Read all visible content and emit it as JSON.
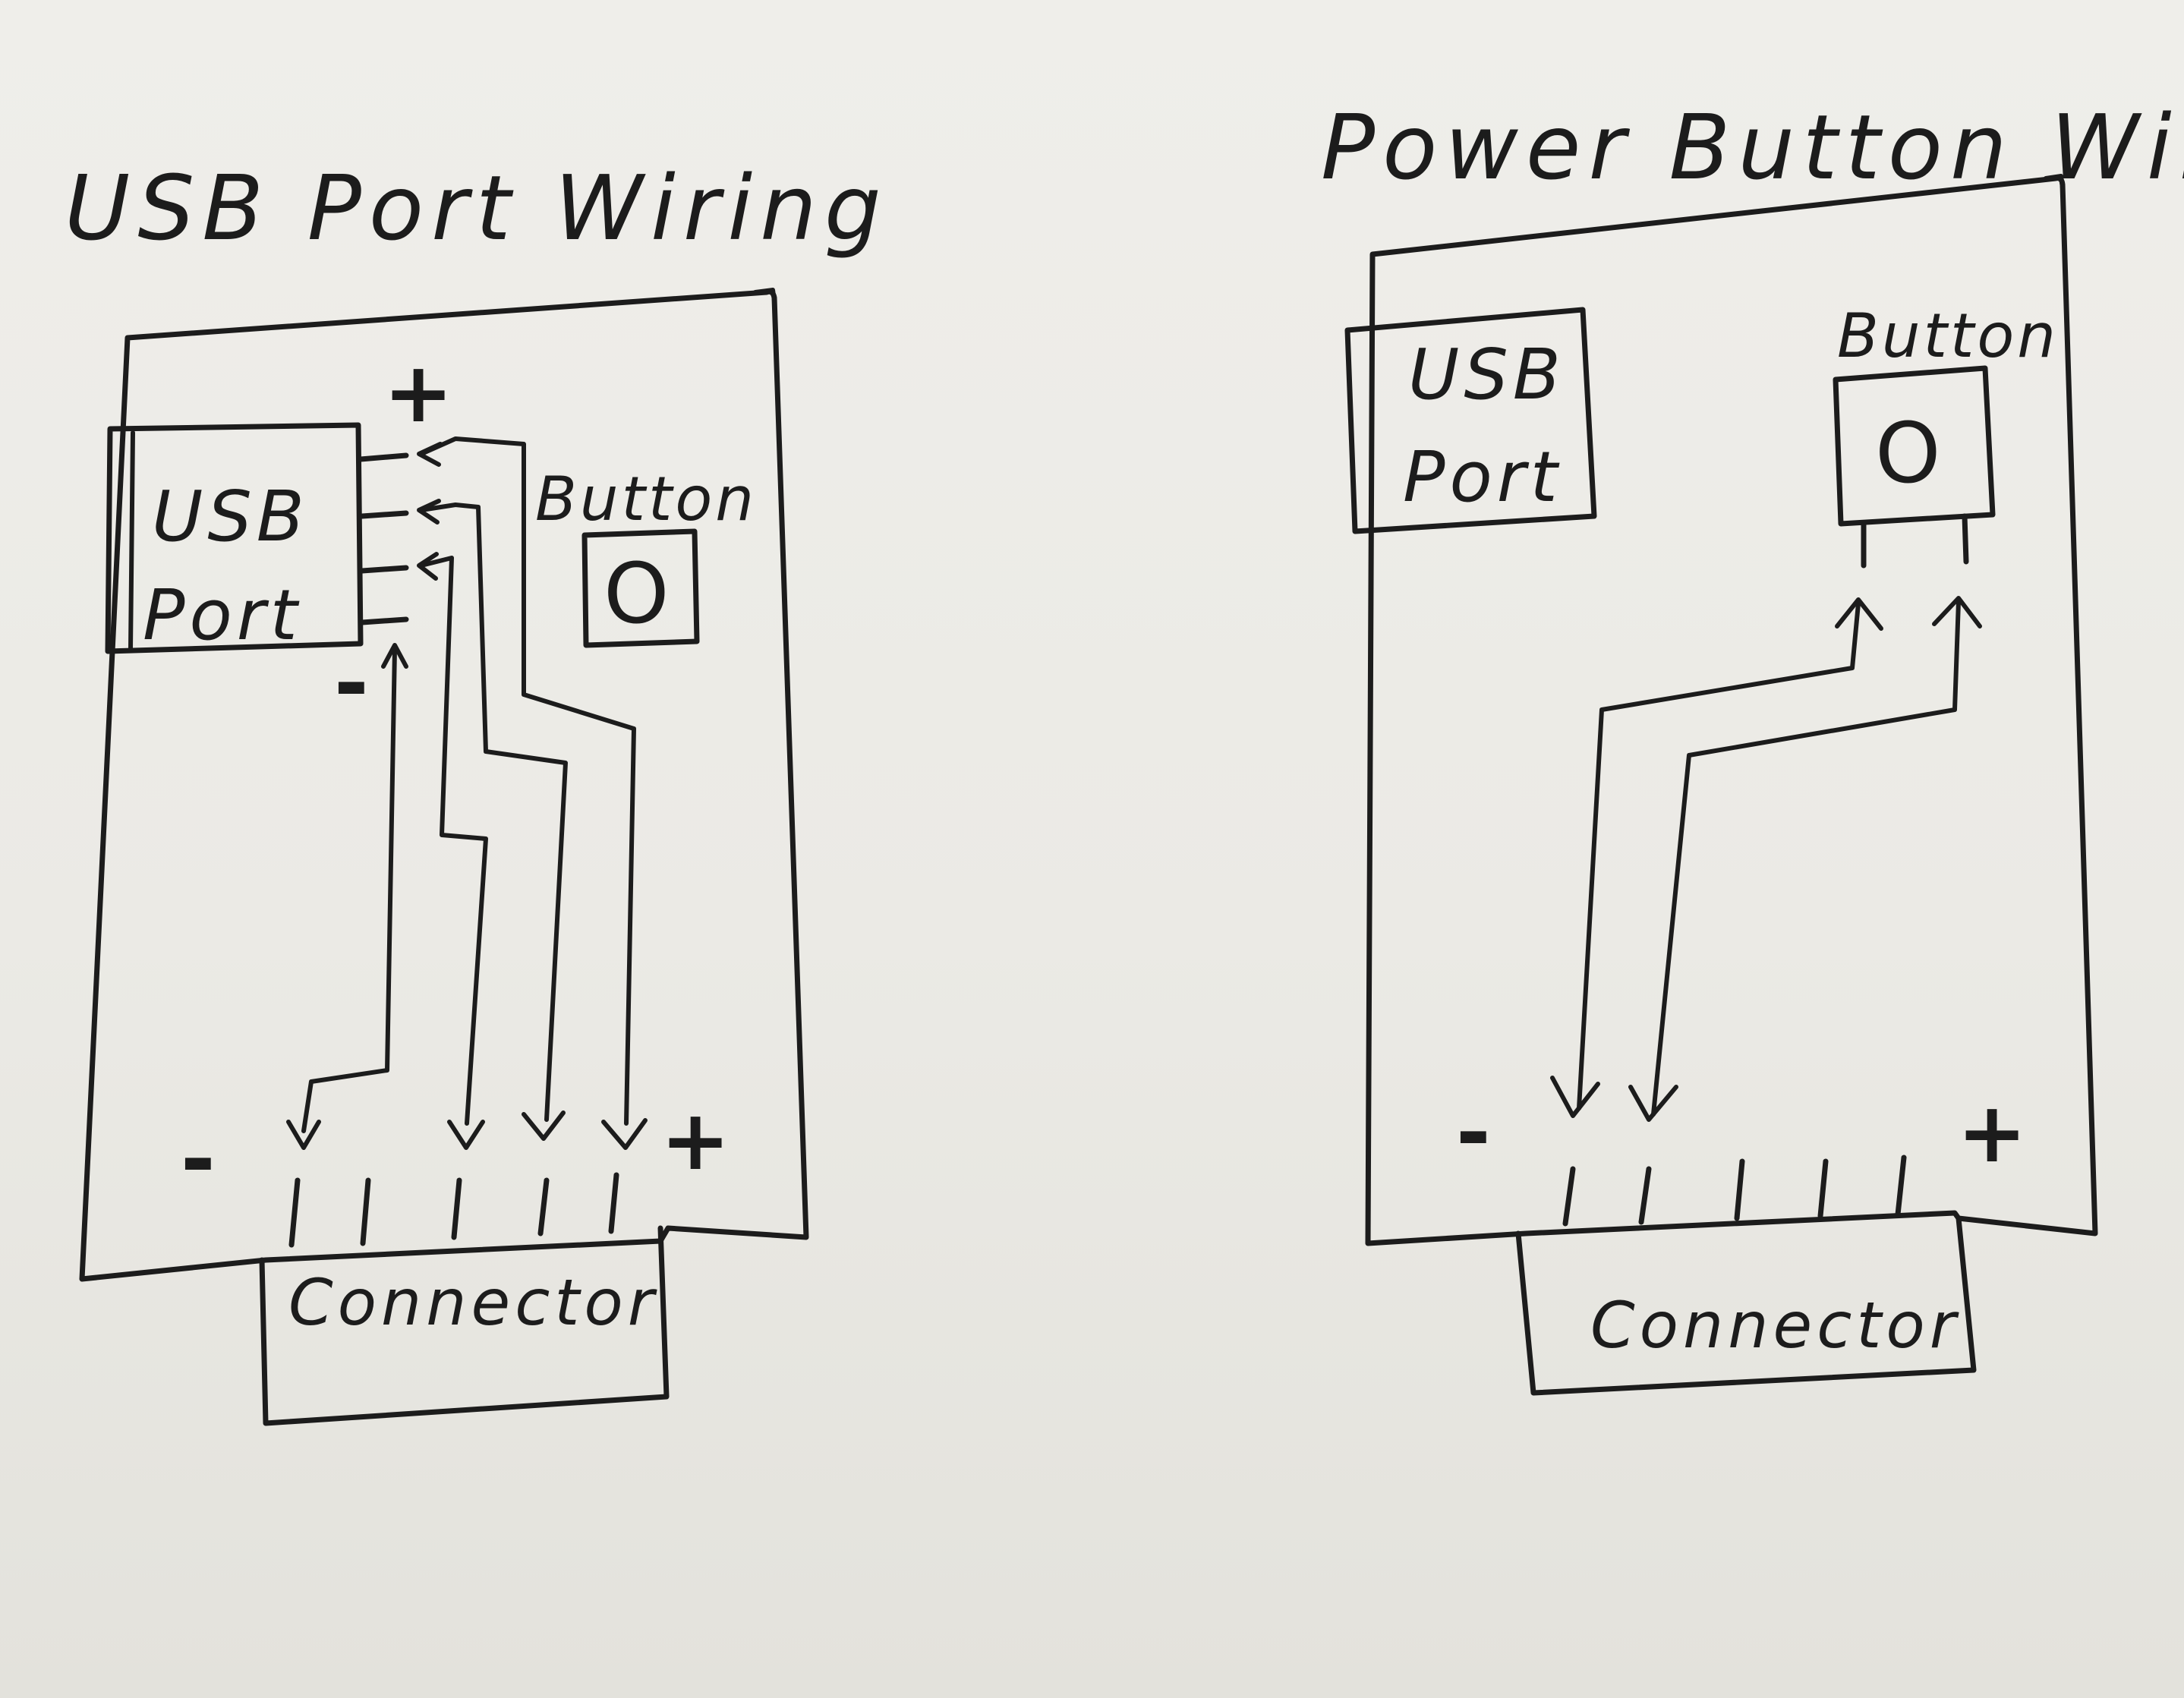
{
  "left_diagram": {
    "title": "USB Port Wiring",
    "usb_label_line1": "USB",
    "usb_label_line2": "Port",
    "button_label": "Button",
    "button_symbol": "O",
    "connector_label": "Connector",
    "plus_top": "+",
    "minus_usb": "-",
    "minus_connector": "-",
    "plus_connector": "+"
  },
  "right_diagram": {
    "title": "Power Button Wiring",
    "usb_label_line1": "USB",
    "usb_label_line2": "Port",
    "button_label": "Button",
    "button_symbol": "O",
    "connector_label": "Connector",
    "minus_connector": "-",
    "plus_connector": "+"
  },
  "colors": {
    "ink": "#1c1c1c",
    "paper": "#ecebe6"
  }
}
